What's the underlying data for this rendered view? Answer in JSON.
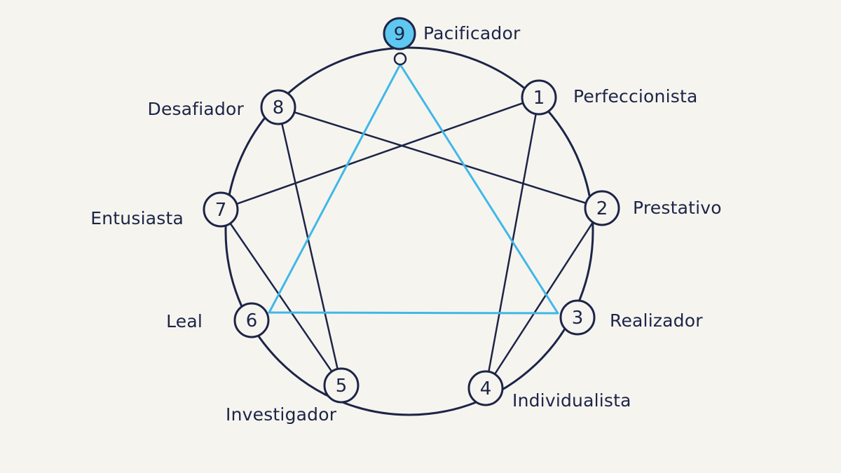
{
  "colors": {
    "background": "#f6f4ef",
    "ink": "#1c2547",
    "accent": "#3fb8e8",
    "accent_fill": "#5fc8f0"
  },
  "types": [
    {
      "number": "1",
      "label": "Perfeccionista"
    },
    {
      "number": "2",
      "label": "Prestativo"
    },
    {
      "number": "3",
      "label": "Realizador"
    },
    {
      "number": "4",
      "label": "Individualista"
    },
    {
      "number": "5",
      "label": "Investigador"
    },
    {
      "number": "6",
      "label": "Leal"
    },
    {
      "number": "7",
      "label": "Entusiasta"
    },
    {
      "number": "8",
      "label": "Desafiador"
    },
    {
      "number": "9",
      "label": "Pacificador",
      "highlighted": true
    }
  ],
  "connections": {
    "hexad": [
      [
        "1",
        "4"
      ],
      [
        "4",
        "2"
      ],
      [
        "2",
        "8"
      ],
      [
        "8",
        "5"
      ],
      [
        "5",
        "7"
      ],
      [
        "7",
        "1"
      ]
    ],
    "triangle": [
      [
        "9",
        "3"
      ],
      [
        "3",
        "6"
      ],
      [
        "6",
        "9"
      ]
    ]
  }
}
